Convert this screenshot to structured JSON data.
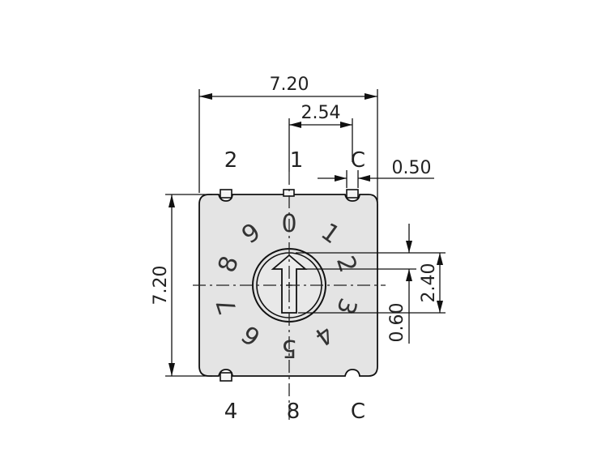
{
  "dimensions": {
    "overall_width": "7.20",
    "pin_pitch": "2.54",
    "pin_width": "0.50",
    "overall_height": "7.20",
    "knob_height": "2.40",
    "offset": "0.60"
  },
  "pins": {
    "top_left": "2",
    "top_center": "1",
    "top_right": "C",
    "bottom_left": "4",
    "bottom_center": "8",
    "bottom_right": "C"
  },
  "dial_digits": [
    "0",
    "1",
    "2",
    "3",
    "4",
    "5",
    "6",
    "7",
    "8",
    "9"
  ],
  "colors": {
    "body_fill": "#e4e4e4",
    "line": "#111111"
  }
}
